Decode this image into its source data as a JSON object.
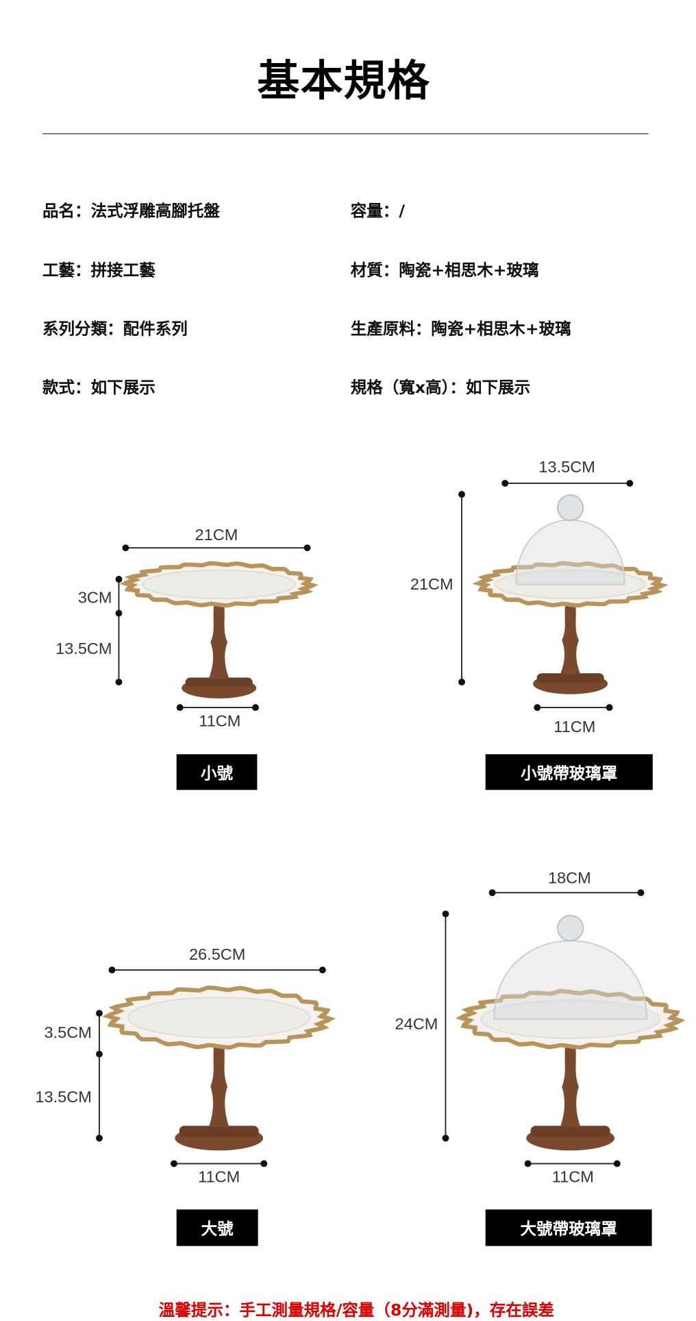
{
  "title": "基本規格",
  "specs": {
    "left": [
      "品名：法式浮雕高腳托盤",
      "工藝：拼接工藝",
      "系列分類：配件系列",
      "款式：如下展示"
    ],
    "right": [
      "容量：/",
      "材質：陶瓷+相思木+玻璃",
      "生產原料：陶瓷+相思木+玻璃",
      "規格（寬x高）：如下展示"
    ]
  },
  "products": [
    {
      "label": "小號",
      "width": "21CM",
      "plate_height": "3CM",
      "stem_height": "13.5CM",
      "base": "11CM",
      "dome": false
    },
    {
      "label": "小號帶玻璃罩",
      "width": "13.5CM",
      "total_height": "21CM",
      "base": "11CM",
      "dome": true
    },
    {
      "label": "大號",
      "width": "26.5CM",
      "plate_height": "3.5CM",
      "stem_height": "13.5CM",
      "base": "11CM",
      "dome": false
    },
    {
      "label": "大號帶玻璃罩",
      "width": "18CM",
      "total_height": "24CM",
      "base": "11CM",
      "dome": true
    }
  ],
  "note": "溫馨提示：手工測量規格/容量（8分滿測量)，存在誤差",
  "colors": {
    "note": "#e00000",
    "gold": "#b8935a",
    "wood": "#7a4a2e",
    "tag_bg": "#000000"
  }
}
